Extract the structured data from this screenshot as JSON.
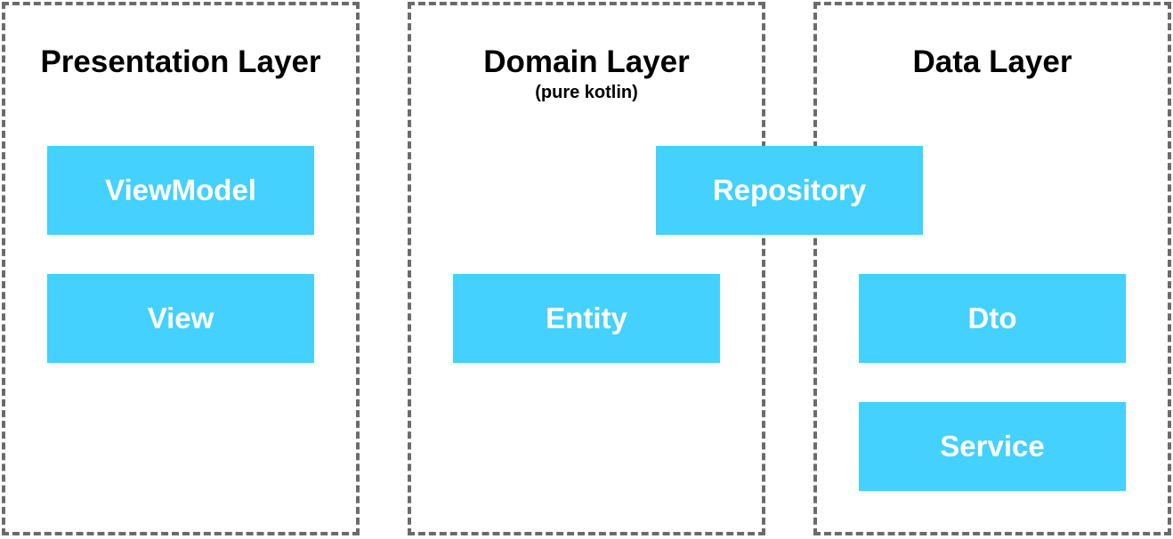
{
  "layers": {
    "presentation": {
      "title": "Presentation Layer",
      "components": [
        "ViewModel",
        "View"
      ]
    },
    "domain": {
      "title": "Domain Layer",
      "subtitle": "(pure kotlin)",
      "components": [
        "Entity"
      ]
    },
    "data": {
      "title": "Data Layer",
      "components": [
        "Dto",
        "Service"
      ]
    },
    "shared": {
      "component": "Repository"
    }
  },
  "colors": {
    "component_fill": "#44d1fd",
    "component_text": "#ffffff",
    "border": "#6b6b6b",
    "title_text": "#000000"
  }
}
